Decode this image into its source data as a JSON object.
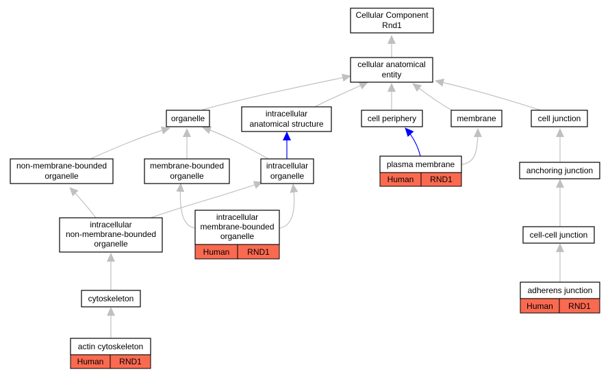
{
  "colors": {
    "edge_default": "#c0c0c0",
    "edge_highlight": "#0000ff",
    "annotation_fill": "#fa6a50"
  },
  "nodes": {
    "root": {
      "lines": [
        "Cellular Component",
        "Rnd1"
      ]
    },
    "cellular_anatomical_entity": {
      "lines": [
        "cellular anatomical",
        "entity"
      ]
    },
    "organelle": {
      "lines": [
        "organelle"
      ]
    },
    "intracellular_anatomical_structure": {
      "lines": [
        "intracellular",
        "anatomical structure"
      ]
    },
    "cell_periphery": {
      "lines": [
        "cell periphery"
      ]
    },
    "membrane": {
      "lines": [
        "membrane"
      ]
    },
    "cell_junction": {
      "lines": [
        "cell junction"
      ]
    },
    "non_membrane_bounded_organelle": {
      "lines": [
        "non-membrane-bounded",
        "organelle"
      ]
    },
    "membrane_bounded_organelle": {
      "lines": [
        "membrane-bounded",
        "organelle"
      ]
    },
    "intracellular_organelle": {
      "lines": [
        "intracellular",
        "organelle"
      ]
    },
    "plasma_membrane": {
      "lines": [
        "plasma membrane"
      ],
      "annotation": [
        "Human",
        "RND1"
      ]
    },
    "anchoring_junction": {
      "lines": [
        "anchoring junction"
      ]
    },
    "intracellular_non_membrane_bounded_organelle": {
      "lines": [
        "intracellular",
        "non-membrane-bounded",
        "organelle"
      ]
    },
    "intracellular_membrane_bounded_organelle": {
      "lines": [
        "intracellular",
        "membrane-bounded",
        "organelle"
      ],
      "annotation": [
        "Human",
        "RND1"
      ]
    },
    "cell_cell_junction": {
      "lines": [
        "cell-cell junction"
      ]
    },
    "cytoskeleton": {
      "lines": [
        "cytoskeleton"
      ]
    },
    "adherens_junction": {
      "lines": [
        "adherens junction"
      ],
      "annotation": [
        "Human",
        "RND1"
      ]
    },
    "actin_cytoskeleton": {
      "lines": [
        "actin cytoskeleton"
      ],
      "annotation": [
        "Human",
        "RND1"
      ]
    }
  }
}
